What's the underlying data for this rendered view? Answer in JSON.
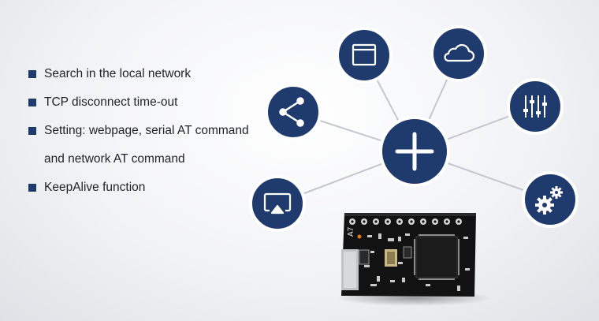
{
  "features": [
    {
      "text": "Search in the local network",
      "bullet": true
    },
    {
      "text": "TCP disconnect time-out",
      "bullet": true
    },
    {
      "text": "Setting: webpage, serial AT command",
      "bullet": true
    },
    {
      "text": "and network AT command",
      "bullet": false
    },
    {
      "text": "KeepAlive function",
      "bullet": true
    }
  ],
  "board": {
    "silkscreen": "A7"
  },
  "colors": {
    "accent": "#1f3b6e",
    "ring": "#ffffff",
    "connector": "#c3c7ce",
    "pcb": "#121212"
  },
  "icons": {
    "hub": "plus-icon",
    "nodes": [
      "share-icon",
      "browser-window-icon",
      "cloud-icon",
      "equalizer-sliders-icon",
      "gears-icon",
      "cast-screen-icon"
    ]
  }
}
